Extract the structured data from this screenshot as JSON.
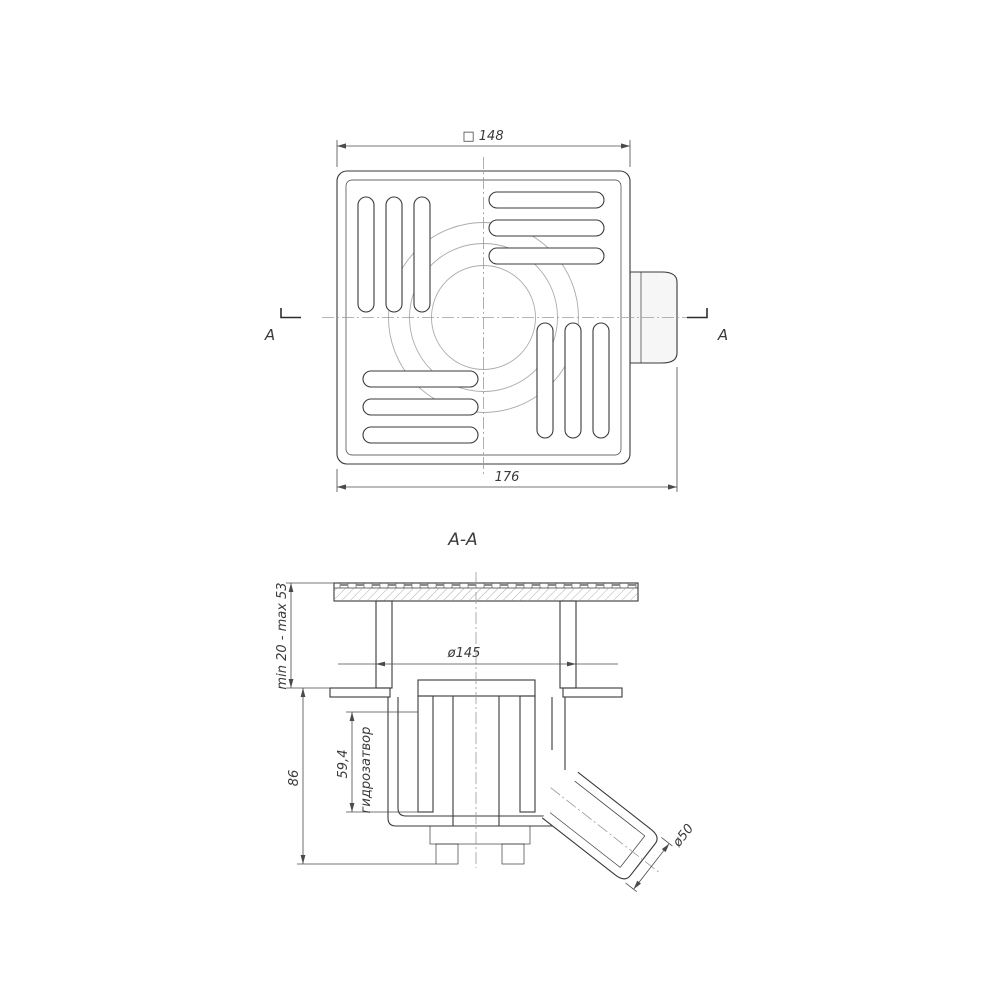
{
  "drawing": {
    "section_title": "A-A",
    "top_view": {
      "dim_grate_width": "□ 148",
      "dim_overall_width": "176",
      "section_marker": "A"
    },
    "section_view": {
      "dim_adjust_height": "min 20 - max 53",
      "dim_body_diameter": "ø145",
      "dim_total_height": "86",
      "dim_water_seal_height": "59,4",
      "label_water_trap": "гидрозатвор",
      "dim_outlet_diameter": "ø50"
    },
    "colors": {
      "line": "#3a3a3a",
      "dimension": "#4a4a4a",
      "hidden_arc": "#ababab"
    }
  }
}
